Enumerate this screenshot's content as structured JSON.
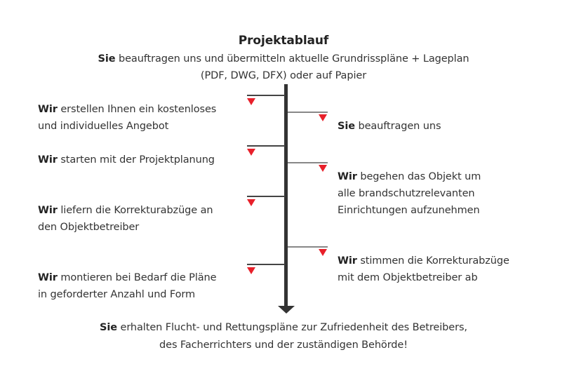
{
  "title": "Projektablauf",
  "intro": {
    "bold": "Sie",
    "line1": " beauftragen uns und übermitteln aktuelle Grundrisspläne + Lageplan",
    "line2": "(PDF, DWG, DFX) oder auf Papier"
  },
  "left_steps": [
    {
      "bold": "Wir",
      "line1": " erstellen Ihnen ein kostenloses",
      "line2": "und individuelles Angebot"
    },
    {
      "bold": "Wir",
      "line1": " starten mit der Projektplanung",
      "line2": ""
    },
    {
      "bold": "Wir",
      "line1": " liefern die Korrekturabzüge an",
      "line2": "den Objektbetreiber"
    },
    {
      "bold": "Wir",
      "line1": " montieren bei Bedarf die Pläne",
      "line2": "in geforderter Anzahl und Form"
    }
  ],
  "right_steps": [
    {
      "bold": "Sie",
      "line1": " beauftragen uns",
      "line2": "",
      "line3": ""
    },
    {
      "bold": "Wir",
      "line1": " begehen das Objekt um",
      "line2": "alle brandschutzrelevanten",
      "line3": "Einrichtungen aufzunehmen"
    },
    {
      "bold": "Wir",
      "line1": " stimmen die Korrekturabzüge",
      "line2": "mit dem Objektbetreiber ab",
      "line3": ""
    }
  ],
  "outro": {
    "bold": "Sie",
    "line1": " erhalten Flucht- und Rettungspläne zur Zufriedenheit des Betreibers,",
    "line2": "des Facherrichters und der zuständigen Behörde!"
  },
  "colors": {
    "marker": "#e8202a",
    "timeline": "#333333"
  }
}
